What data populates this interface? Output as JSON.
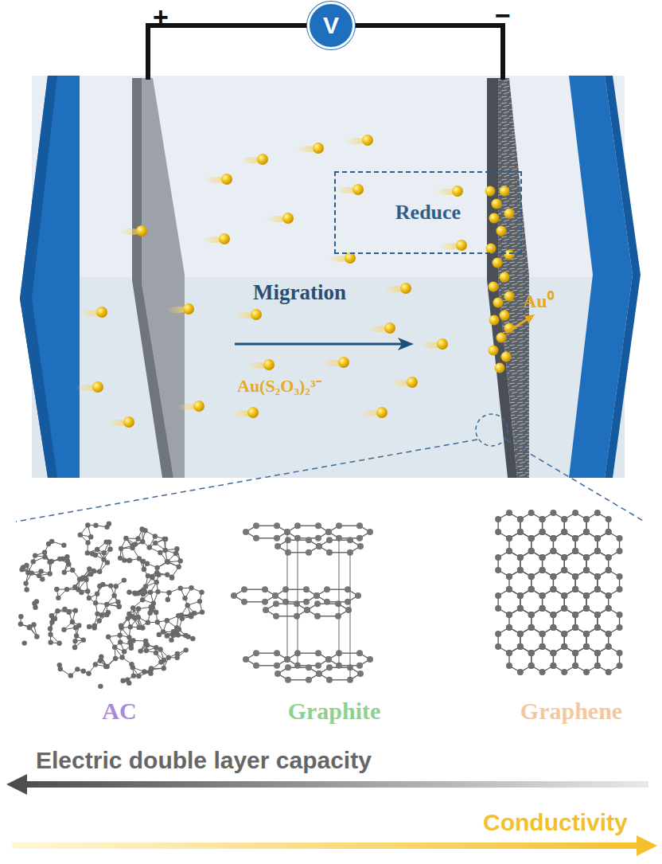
{
  "diagram": {
    "nodes": [
      {
        "text": [
          "V"
        ]
      },
      {
        "text": [
          "Reduce"
        ]
      }
    ],
    "labels": [
      "+",
      "−",
      "Migration",
      "Au(S₂O₃)₂³⁻",
      "Au⁰",
      "AC",
      "Graphite",
      "Graphene",
      "Electric double layer capacity",
      "Conductivity"
    ]
  }
}
